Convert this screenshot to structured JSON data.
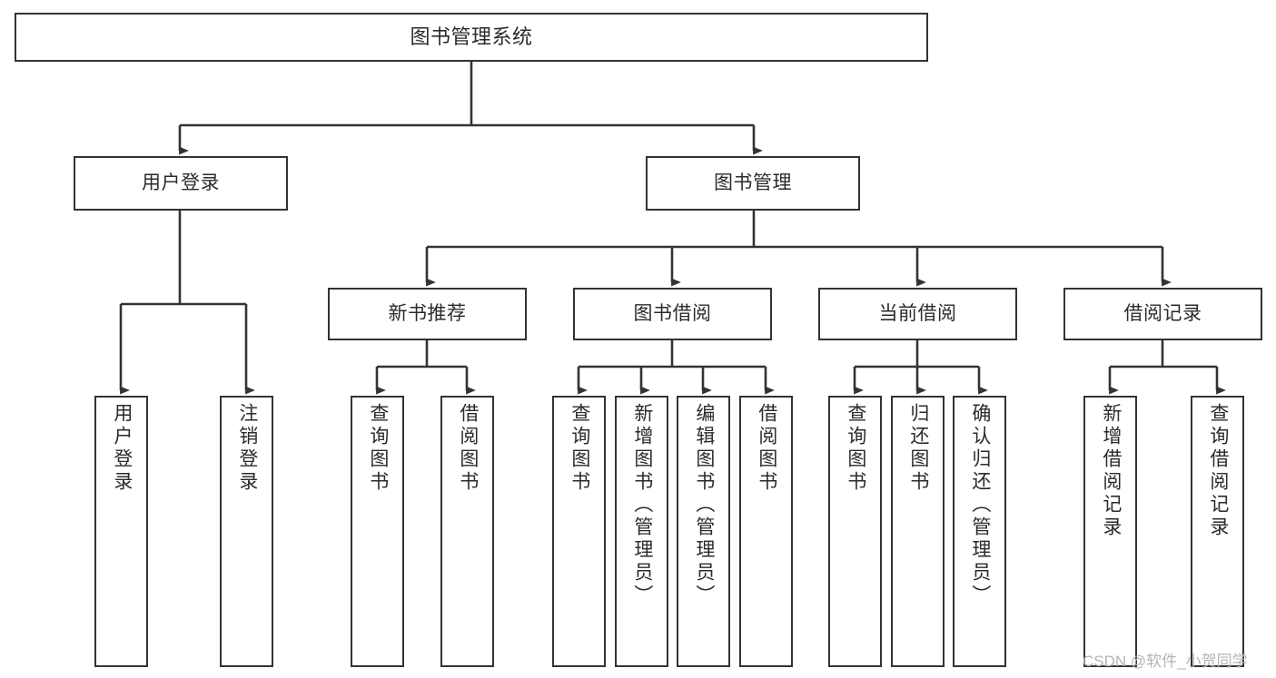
{
  "diagram": {
    "type": "tree",
    "title": "图书管理系统",
    "colors": {
      "stroke": "#333333",
      "fill": "#ffffff",
      "text": "#2b2b2b",
      "watermark": "#b4b4b4"
    },
    "root": {
      "label": "图书管理系统"
    },
    "level2": [
      {
        "label": "用户登录"
      },
      {
        "label": "图书管理"
      }
    ],
    "level3": [
      {
        "label": "新书推荐"
      },
      {
        "label": "图书借阅"
      },
      {
        "label": "当前借阅"
      },
      {
        "label": "借阅记录"
      }
    ],
    "leaves": [
      {
        "label": "用户登录",
        "parent": "用户登录"
      },
      {
        "label": "注销登录",
        "parent": "用户登录"
      },
      {
        "label": "查询图书",
        "parent": "新书推荐"
      },
      {
        "label": "借阅图书",
        "parent": "新书推荐"
      },
      {
        "label": "查询图书",
        "parent": "图书借阅"
      },
      {
        "label": "新增图书（管理员）",
        "parent": "图书借阅"
      },
      {
        "label": "编辑图书（管理员）",
        "parent": "图书借阅"
      },
      {
        "label": "借阅图书",
        "parent": "图书借阅"
      },
      {
        "label": "查询图书",
        "parent": "当前借阅"
      },
      {
        "label": "归还图书",
        "parent": "当前借阅"
      },
      {
        "label": "确认归还（管理员）",
        "parent": "当前借阅"
      },
      {
        "label": "新增借阅记录",
        "parent": "借阅记录"
      },
      {
        "label": "查询借阅记录",
        "parent": "借阅记录"
      }
    ]
  },
  "watermark": {
    "text": "CSDN @软件_小贺同学"
  }
}
